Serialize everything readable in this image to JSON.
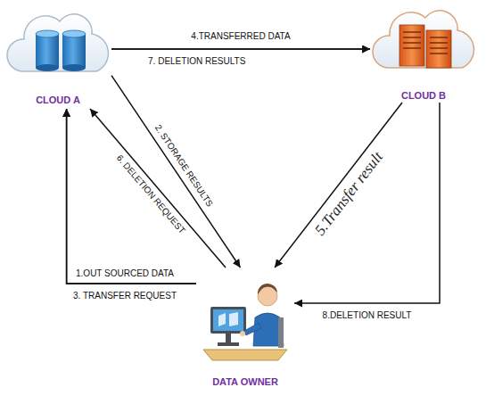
{
  "diagram": {
    "nodes": [
      {
        "text": [
          "CLOUD A"
        ]
      },
      {
        "text": [
          "CLOUD B"
        ]
      },
      {
        "text": [
          "DATA OWNER"
        ]
      }
    ],
    "edges": [
      {
        "from": 2,
        "to": 0,
        "label": "1.OUT SOURCED DATA",
        "arrow": "to"
      },
      {
        "from": 0,
        "to": 2,
        "label": "2. STORAGE RESULTS",
        "arrow": "to"
      },
      {
        "from": 2,
        "to": 0,
        "label": "3. TRANSFER REQUEST",
        "arrow": "to"
      },
      {
        "from": 0,
        "to": 1,
        "label": "4.TRANSFERRED DATA",
        "arrow": "to"
      },
      {
        "from": 1,
        "to": 2,
        "label": "5.Transfer result",
        "arrow": "to"
      },
      {
        "from": 2,
        "to": 0,
        "label": "6. DELETION REQUEST",
        "arrow": "to"
      },
      {
        "from": 0,
        "to": 1,
        "label": "7. DELETION RESULTS",
        "arrow": "to"
      },
      {
        "from": 1,
        "to": 2,
        "label": "8.DELETION RESULT",
        "arrow": "to"
      }
    ]
  }
}
